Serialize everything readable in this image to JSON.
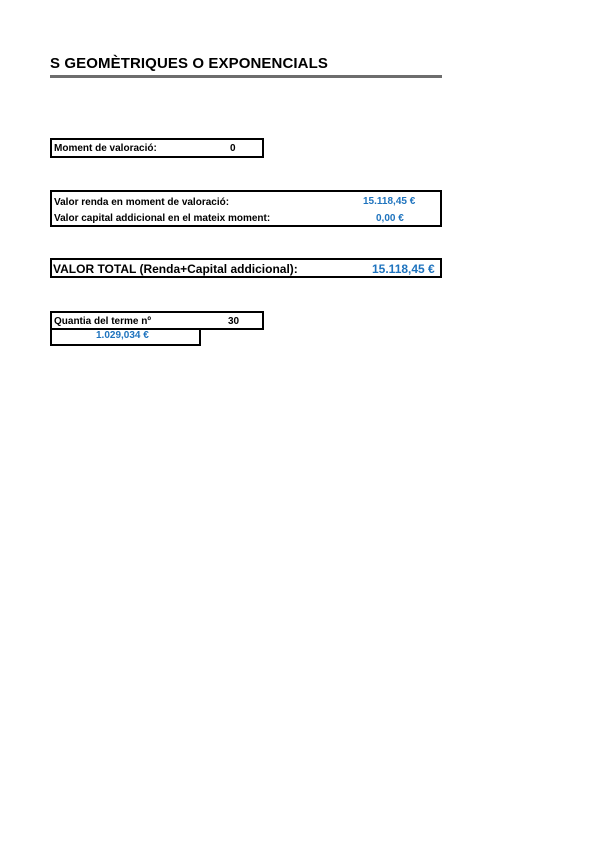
{
  "header": {
    "title": "S GEOMÈTRIQUES O EXPONENCIALS"
  },
  "moment": {
    "label": "Moment de valoració:",
    "value": "0"
  },
  "valors": {
    "renda_label": "Valor renda en moment de valoració:",
    "renda_value": "15.118,45 €",
    "capital_label": "Valor capital addicional en el mateix moment:",
    "capital_value": "0,00 €"
  },
  "total": {
    "label": "VALOR TOTAL (Renda+Capital addicional):",
    "value": "15.118,45 €"
  },
  "quantia": {
    "label": "Quantia del terme nº",
    "term": "30",
    "value": "1.029,034 €"
  },
  "colors": {
    "accent_value": "#1e73be",
    "rule": "#6d6d6d"
  }
}
